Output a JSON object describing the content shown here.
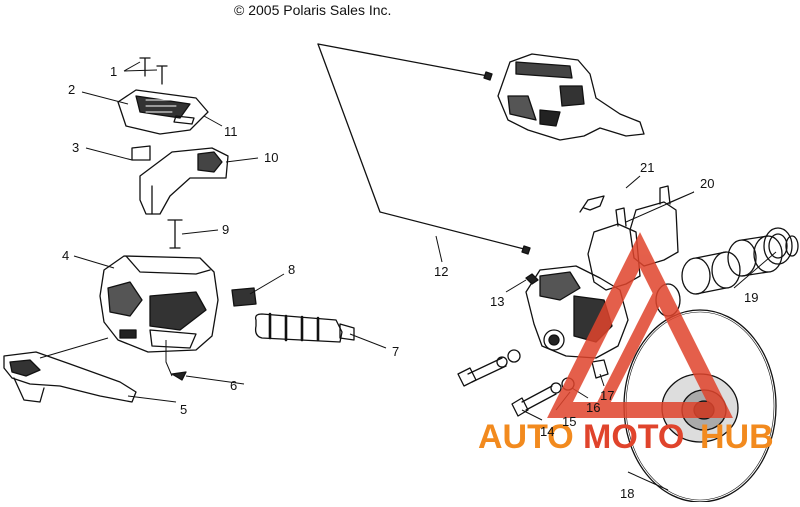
{
  "copyright": "© 2005 Polaris Sales Inc.",
  "callouts": [
    "1",
    "2",
    "3",
    "4",
    "5",
    "6",
    "7",
    "8",
    "9",
    "10",
    "11",
    "12",
    "13",
    "14",
    "15",
    "16",
    "17",
    "18",
    "19",
    "20",
    "21"
  ],
  "watermark": {
    "part1": "AUTO",
    "part2": "MOTO",
    "part3": "HUB",
    "color": "#f28a1e",
    "logo_color": "#e0442c"
  }
}
